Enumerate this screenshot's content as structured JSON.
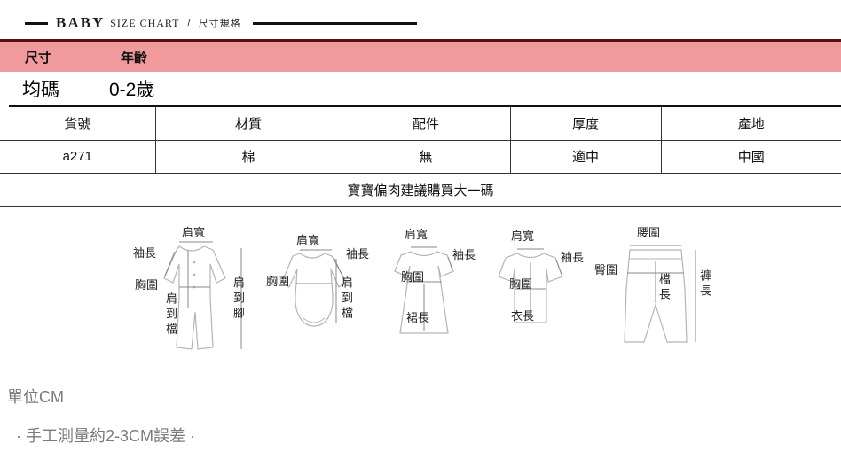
{
  "colors": {
    "banner_bg": "#f09a9d",
    "banner_border": "#5a0e10",
    "rule": "#111111",
    "table_line": "#333333",
    "muted_text": "#7a7a7a",
    "garment_line": "#b5b5b5",
    "measure_line": "#8a8a8a"
  },
  "header": {
    "brand": "BABY",
    "series": "SIZE CHART",
    "divider": "/",
    "series_cn": "尺寸規格"
  },
  "banner": {
    "size_label": "尺寸",
    "age_label": "年齡"
  },
  "size_row": {
    "size_value": "均碼",
    "age_value": "0-2歲"
  },
  "spec_table": {
    "headers": [
      "貨號",
      "材質",
      "配件",
      "厚度",
      "產地"
    ],
    "row": [
      "a271",
      "棉",
      "無",
      "適中",
      "中國"
    ],
    "note": "寶寶偏肉建議購買大一碼"
  },
  "diagrams": {
    "romper": {
      "shoulder": "肩寬",
      "sleeve": "袖長",
      "chest": "胸圍",
      "shoulder_to_crotch": "肩到檔",
      "shoulder_to_foot": "肩到腳"
    },
    "bodysuit": {
      "shoulder": "肩寬",
      "sleeve": "袖長",
      "chest": "胸圍",
      "shoulder_to_crotch": "肩到檔"
    },
    "dress": {
      "shoulder": "肩寬",
      "sleeve": "袖長",
      "chest": "胸圍",
      "skirt_length": "裙長"
    },
    "top": {
      "shoulder": "肩寬",
      "sleeve": "袖長",
      "chest": "胸圍",
      "length": "衣長"
    },
    "pants": {
      "waist": "腰圍",
      "hip": "臀圍",
      "crotch_length": "檔長",
      "pant_length": "褲長"
    }
  },
  "footer": {
    "unit": "單位CM",
    "tolerance": "· 手工測量約2-3CM誤差 ·"
  }
}
